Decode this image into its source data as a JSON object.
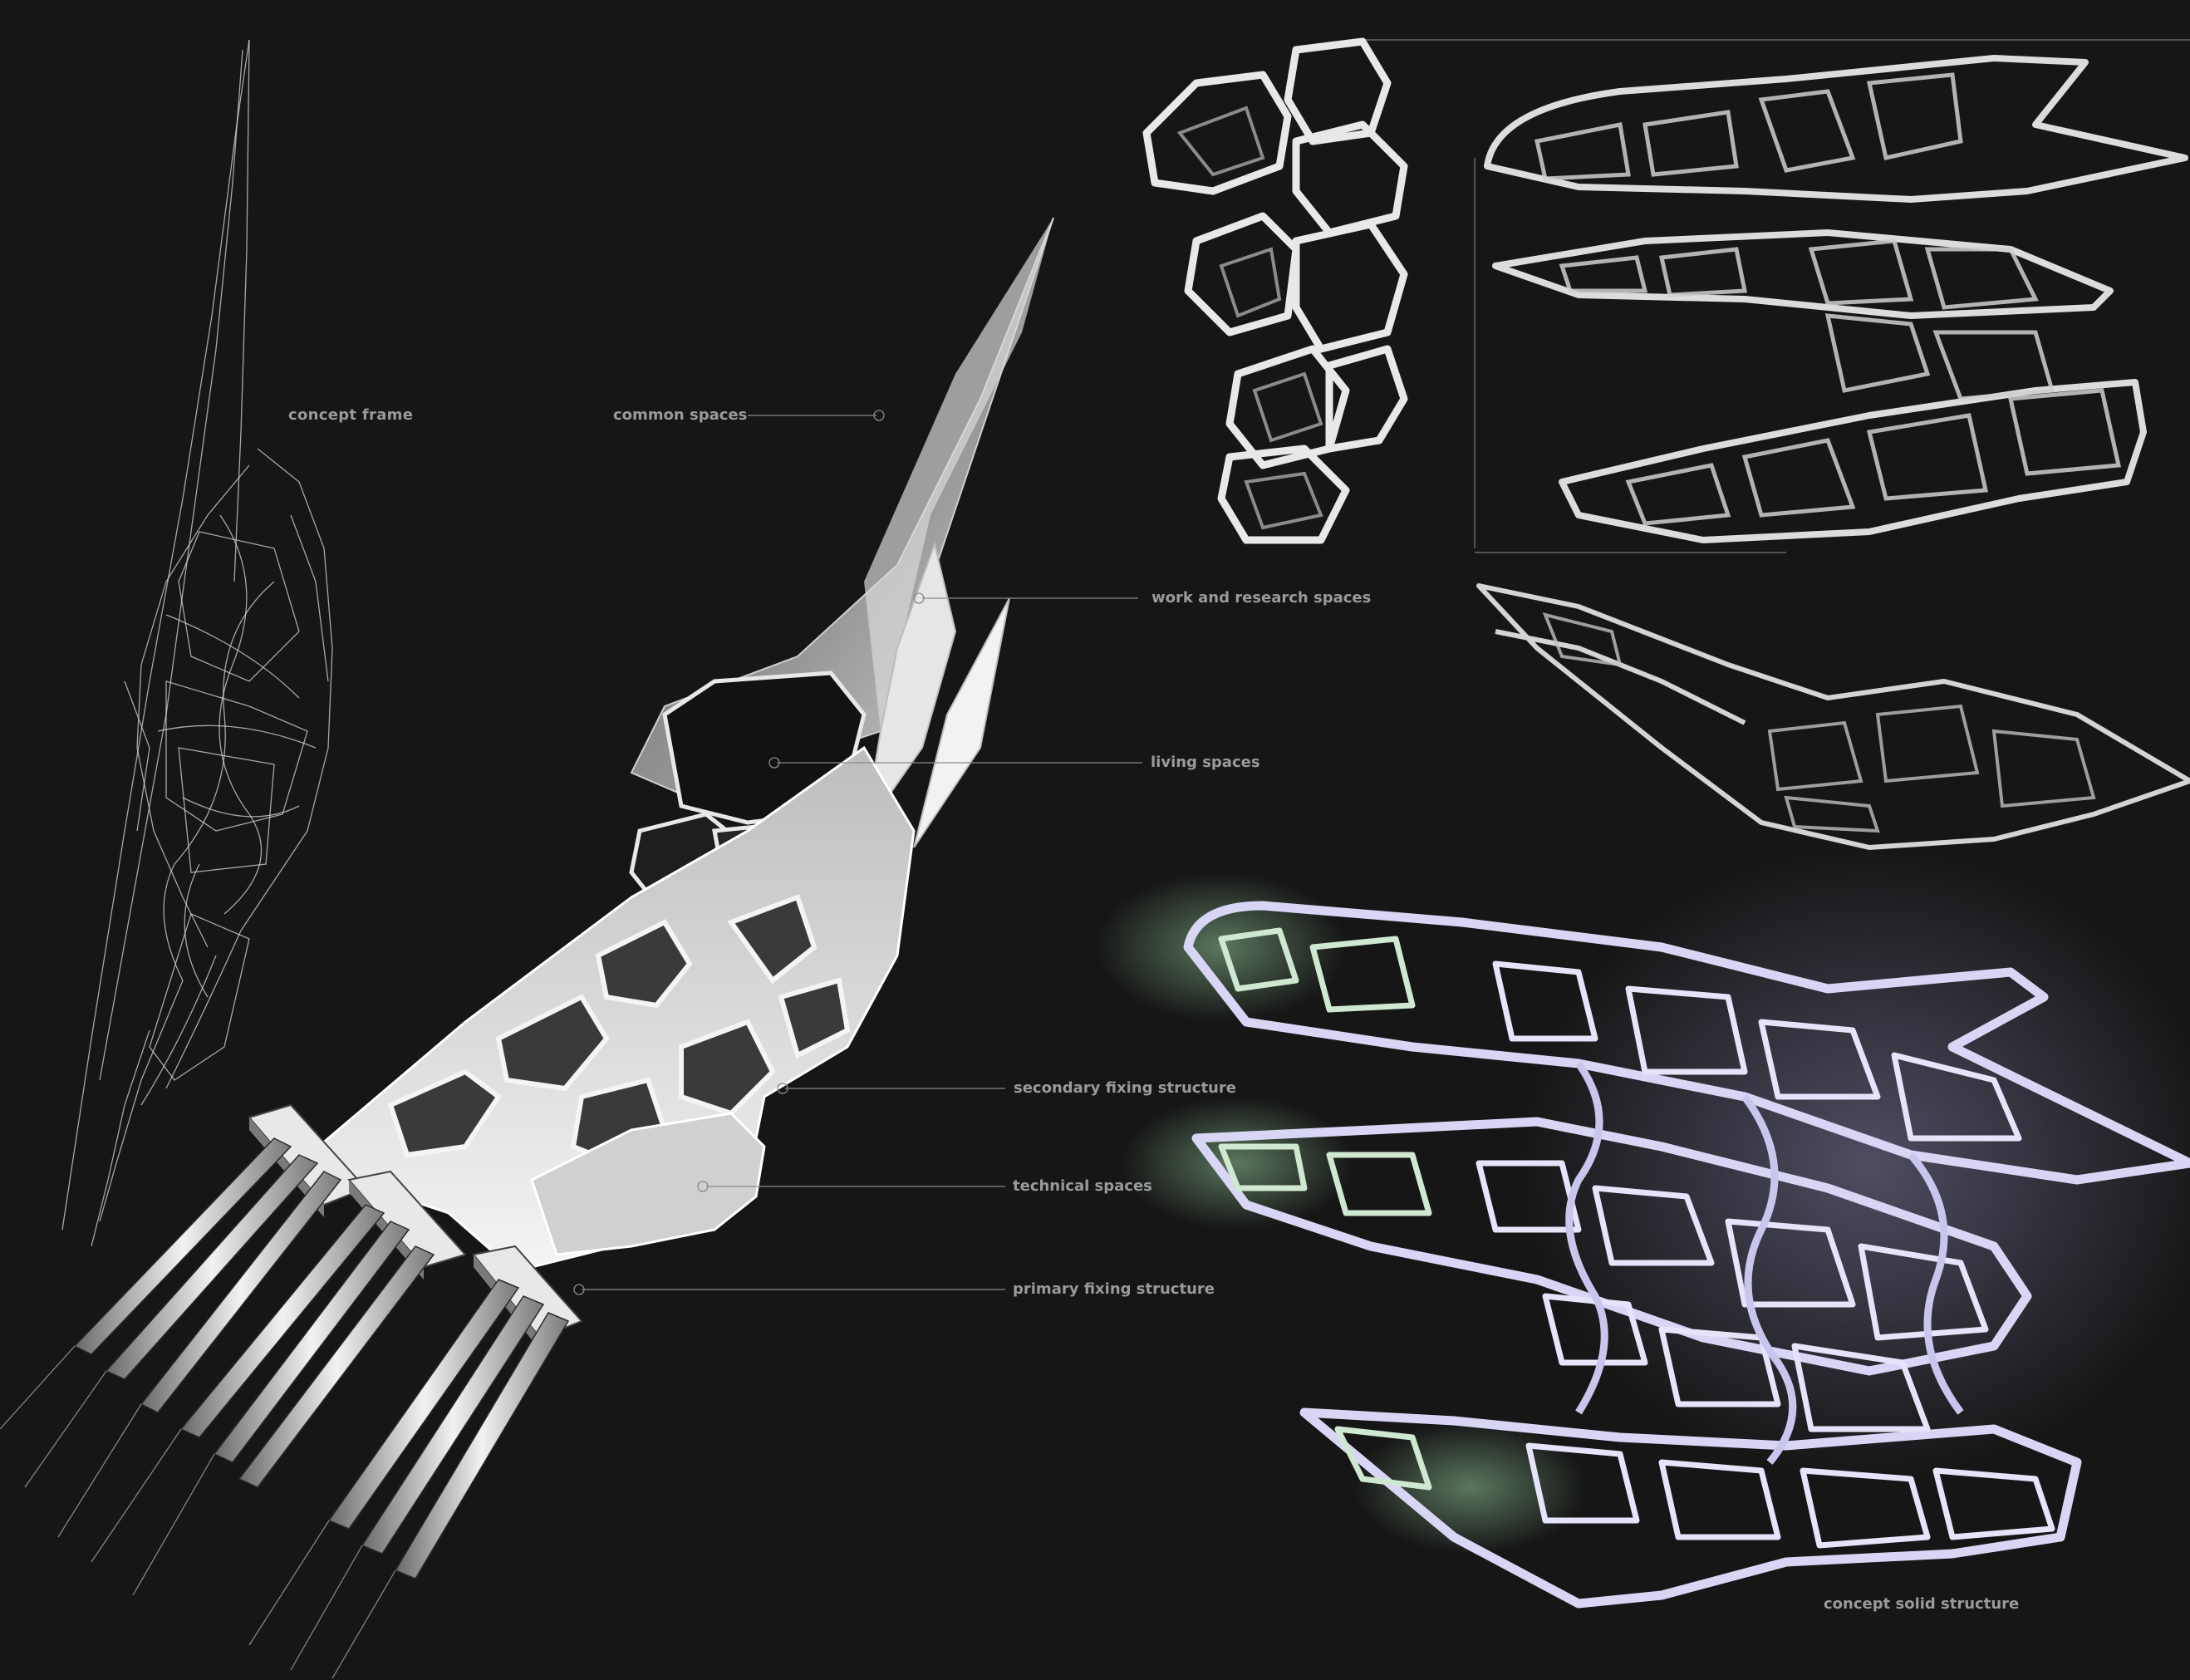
{
  "labels": {
    "concept_frame": "concept frame",
    "common_spaces": "common spaces",
    "work_and_research_spaces": "work and research spaces",
    "living_spaces": "living spaces",
    "secondary_fixing_structure": "secondary fixing structure",
    "technical_spaces": "technical spaces",
    "primary_fixing_structure": "primary fixing structure",
    "concept_solid_structure": "concept solid structure"
  },
  "colors": {
    "background": "#161616",
    "label_text": "#9a9a9a",
    "leader_line": "#8a8a8a",
    "wireframe": "#d8d8d8",
    "structure_light": "#f2f2f2",
    "structure_dark": "#2a2a2a",
    "glow_green": "#9fd8a6",
    "glow_violet": "#b8b4f0"
  }
}
